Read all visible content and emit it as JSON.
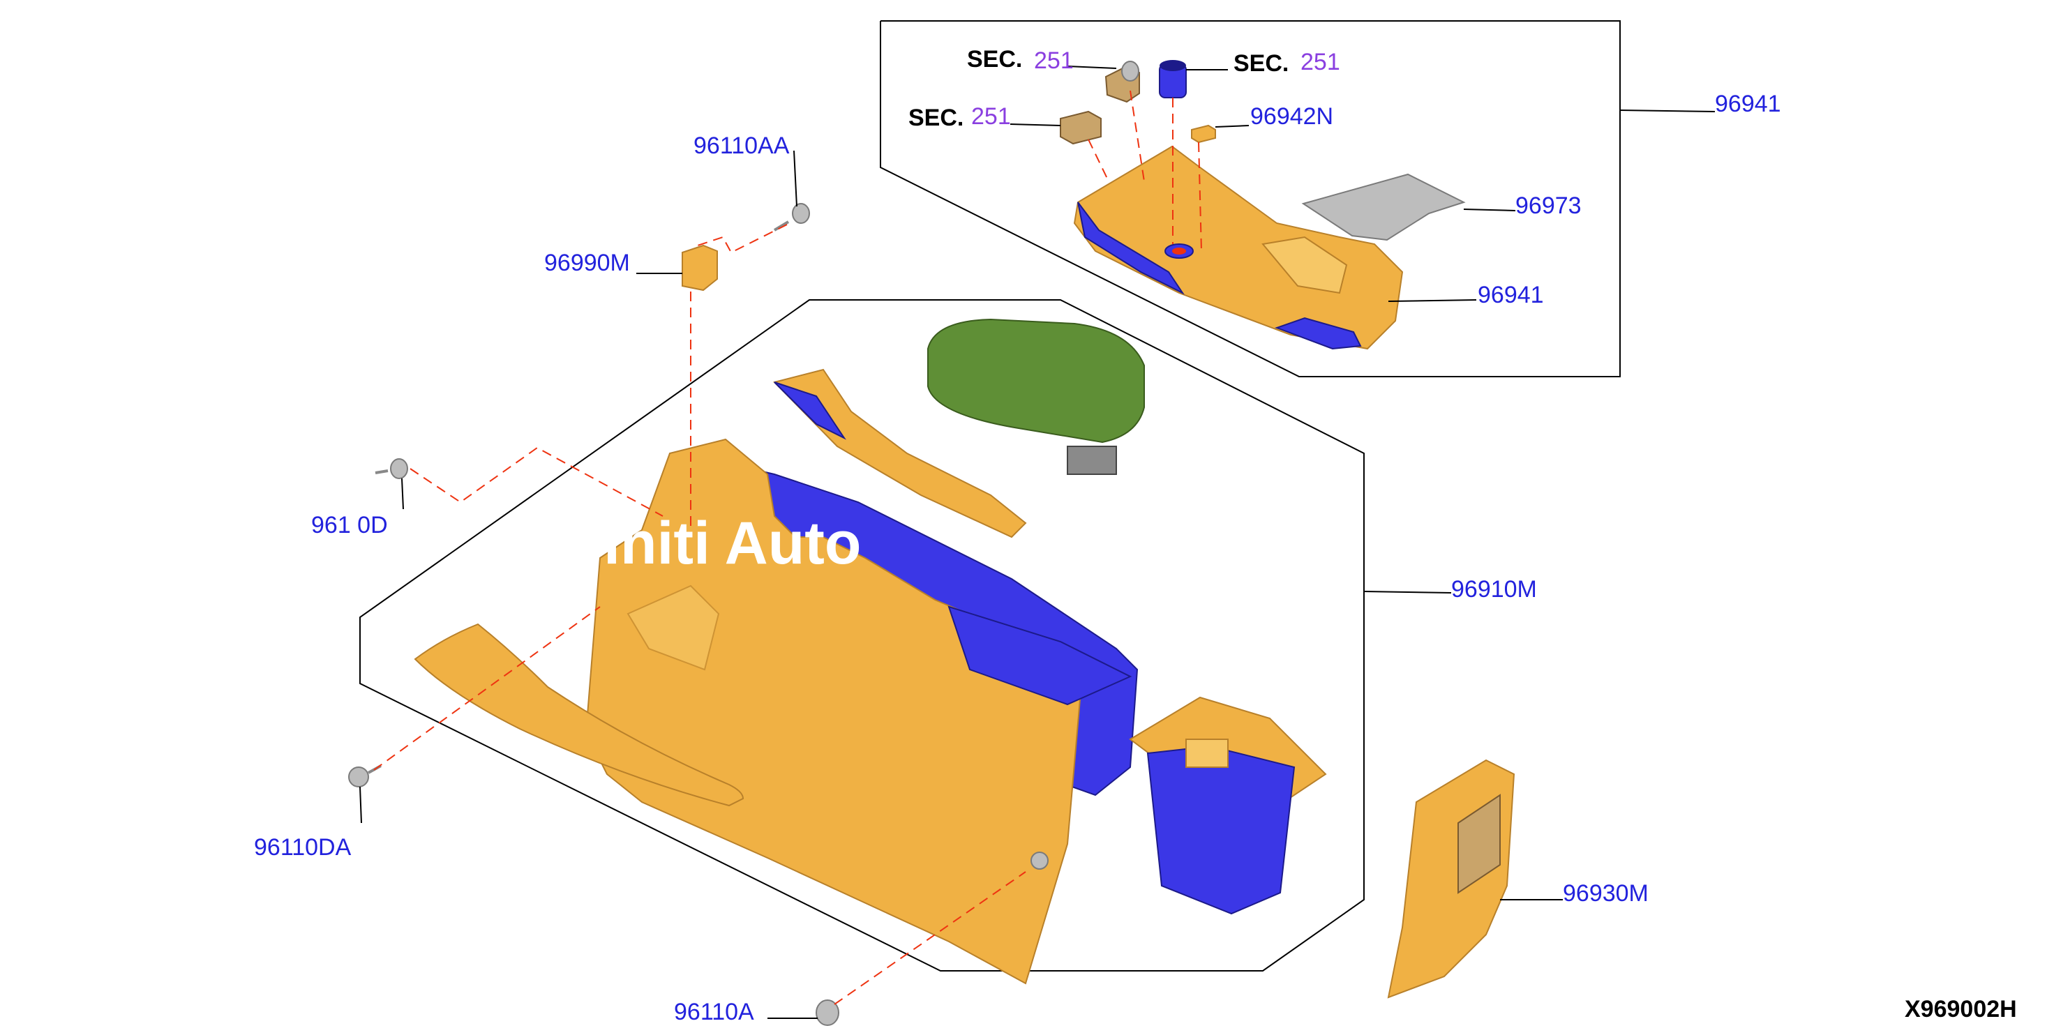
{
  "labels": {
    "p96941_upper": "96941",
    "p96941_lower": "96941",
    "p96942N": "96942N",
    "p96973": "96973",
    "p96110AA": "96110AA",
    "p96990M": "96990M",
    "p96110DA": "96110DA",
    "p96110A": "96110A",
    "p96910M": "96910M",
    "p96930M": "96930M",
    "p96110D_partial": "961 0D"
  },
  "section_refs": [
    {
      "prefix": "SEC.",
      "number": "251"
    },
    {
      "prefix": "SEC.",
      "number": "251"
    },
    {
      "prefix": "SEC.",
      "number": "251"
    }
  ],
  "diagram_code": "X969002H",
  "watermark": "Infiniti Auto",
  "colors": {
    "part_number": "#2222dd",
    "section_number": "#8a3fe0",
    "part_body": "#f0b144",
    "part_inner": "#3b37e6",
    "armrest_lid": "#5f8f36",
    "leader_dash": "#ee3311"
  }
}
